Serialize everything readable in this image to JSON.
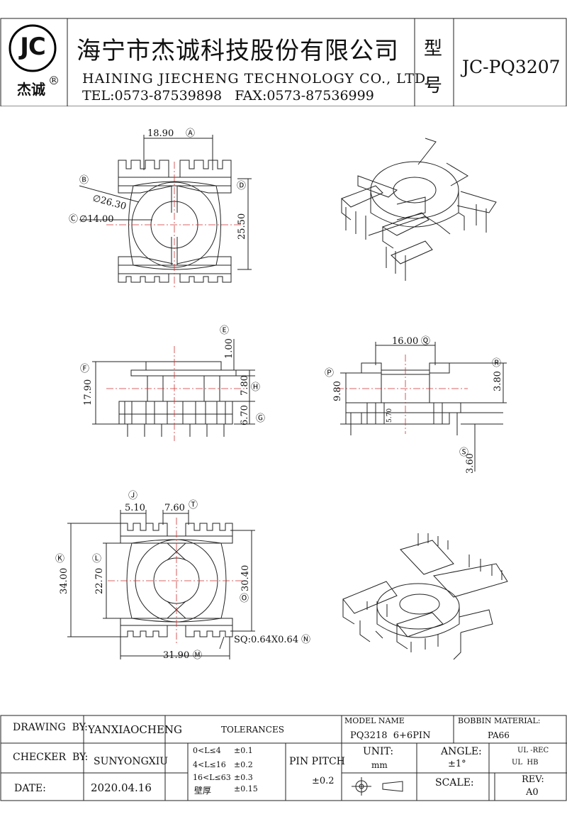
{
  "header": {
    "logo_text": "JC",
    "logo_cn": "杰诚",
    "registered_mark": "®",
    "company_cn": "海宁市杰诚科技股份有限公司",
    "company_en": "HAINING JIECHENG TECHNOLOGY CO., LTD.",
    "contact": "TEL:0573-87539898   FAX:0573-87536999",
    "model_label_1": "型",
    "model_label_2": "号",
    "model_number": "JC-PQ3207"
  },
  "dimensions": {
    "A": "18.90",
    "B": "∅26.30",
    "C": "∅14.00",
    "D": "25.50",
    "E": "1.00",
    "F": "17.90",
    "H": "7.80",
    "G": "6.70",
    "Q": "16.00",
    "P": "9.80",
    "R": "3.80",
    "S": "3.60",
    "small": "5.70",
    "J": "5.10",
    "T": "7.60",
    "K": "34.00",
    "L": "22.70",
    "O": "30.40",
    "M": "31.90",
    "N": "SQ:0.64X0.64"
  },
  "markers": {
    "A": "Ⓐ",
    "B": "Ⓑ",
    "C": "Ⓒ",
    "D": "Ⓓ",
    "E": "Ⓔ",
    "F": "Ⓕ",
    "G": "Ⓖ",
    "H": "Ⓗ",
    "J": "Ⓙ",
    "K": "Ⓚ",
    "L": "Ⓛ",
    "M": "Ⓜ",
    "N": "Ⓝ",
    "O": "Ⓞ",
    "P": "Ⓟ",
    "Q": "Ⓠ",
    "R": "Ⓡ",
    "S": "Ⓢ",
    "T": "Ⓣ"
  },
  "title_block": {
    "drawing_by_label": "DRAWING  BY:",
    "drawing_by": "YANXIAOCHENG",
    "checker_by_label": "CHECKER  BY:",
    "checker_by": "SUNYONGXIU",
    "date_label": "DATE:",
    "date": "2020.04.16",
    "tolerances_label": "TOLERANCES",
    "tol_1_range": "0<L≤4",
    "tol_1_val": "±0.1",
    "tol_2_range": "4<L≤16",
    "tol_2_val": "±0.2",
    "tol_3_range": "16<L≤63",
    "tol_3_val": "±0.3",
    "tol_4_range": "壁厚",
    "tol_4_val": "±0.15",
    "pin_pitch_label": "PIN PITCH",
    "pin_pitch_val": "±0.2",
    "model_name_label": "MODEL NAME",
    "model_name": "PQ3218  6+6PIN",
    "unit_label": "UNIT:",
    "unit": "mm",
    "angle_label": "ANGLE:",
    "angle": "±1°",
    "bobbin_material_label": "BOBBIN MATERIAL:",
    "bobbin_material": "PA66",
    "ul_1": "UL -REC",
    "ul_2": "UL  HB",
    "scale_label": "SCALE:",
    "rev_label": "REV:",
    "rev": "A0"
  }
}
